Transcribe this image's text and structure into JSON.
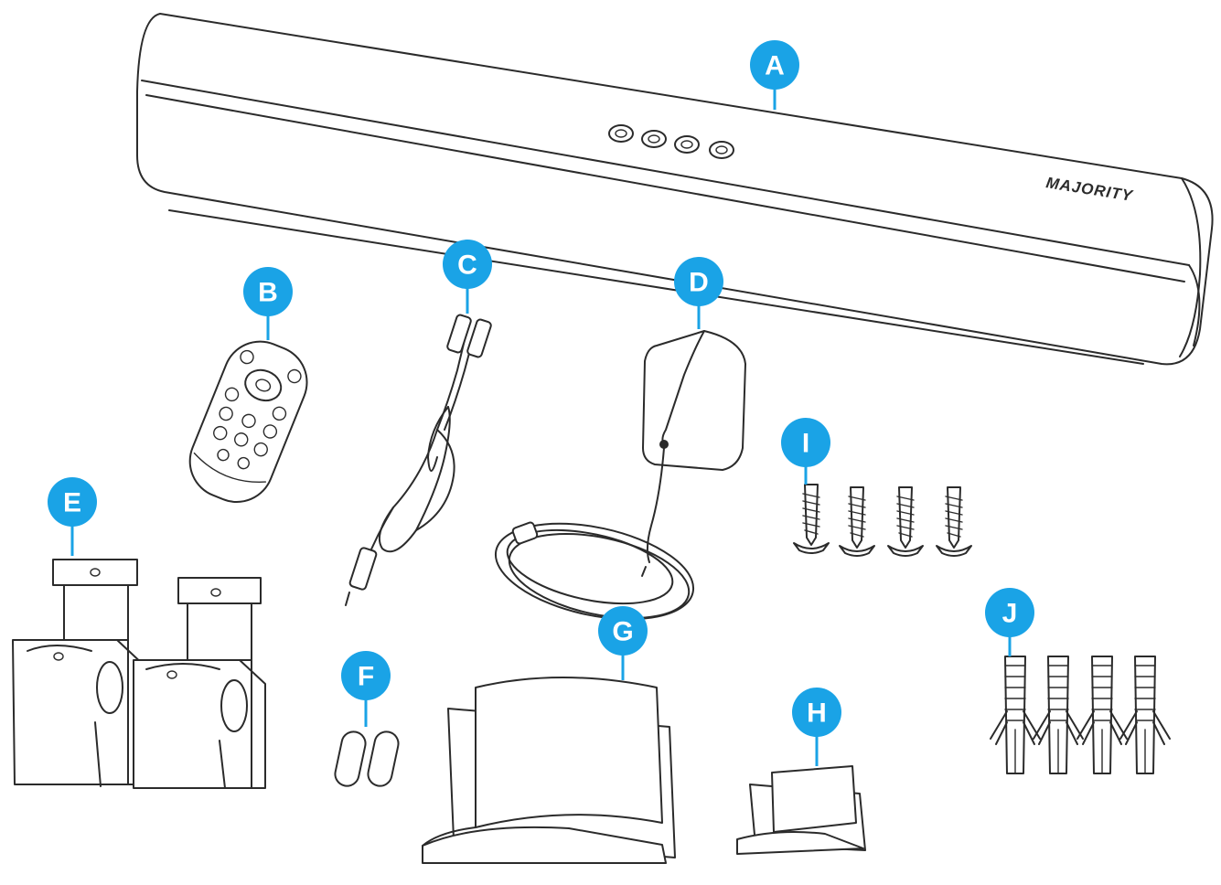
{
  "brand_logo": "MAJORITY",
  "accent_color": "#1aa3e6",
  "callouts": [
    {
      "id": "A",
      "label": "A"
    },
    {
      "id": "B",
      "label": "B"
    },
    {
      "id": "C",
      "label": "C"
    },
    {
      "id": "D",
      "label": "D"
    },
    {
      "id": "E",
      "label": "E"
    },
    {
      "id": "F",
      "label": "F"
    },
    {
      "id": "G",
      "label": "G"
    },
    {
      "id": "H",
      "label": "H"
    },
    {
      "id": "I",
      "label": "I"
    },
    {
      "id": "J",
      "label": "J"
    }
  ]
}
